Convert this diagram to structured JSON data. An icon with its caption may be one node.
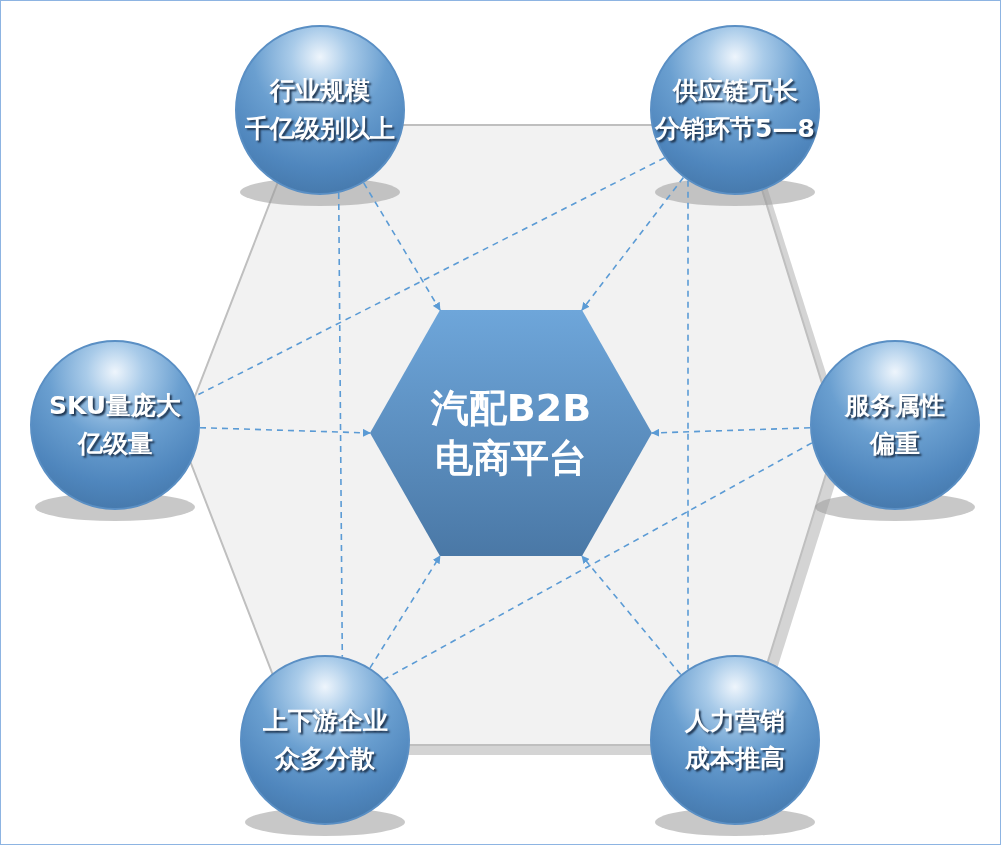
{
  "diagram": {
    "nodes": [
      {
        "text": [
          "行业规模",
          "千亿级别以上"
        ]
      },
      {
        "text": [
          "供应链冗长",
          "分销环节5—8"
        ]
      },
      {
        "text": [
          "SKU量庞大",
          "亿级量"
        ]
      },
      {
        "text": [
          "汽配B2B",
          "电商平台"
        ]
      },
      {
        "text": [
          "服务属性",
          "偏重"
        ]
      },
      {
        "text": [
          "上下游企业",
          "众多分散"
        ]
      },
      {
        "text": [
          "人力营销",
          "成本推高"
        ]
      }
    ],
    "edges": [
      {
        "from": 0,
        "to": 3,
        "arrow": "to"
      },
      {
        "from": 1,
        "to": 3,
        "arrow": "to"
      },
      {
        "from": 2,
        "to": 3,
        "arrow": "to"
      },
      {
        "from": 4,
        "to": 3,
        "arrow": "to"
      },
      {
        "from": 5,
        "to": 3,
        "arrow": "to"
      },
      {
        "from": 6,
        "to": 3,
        "arrow": "to"
      },
      {
        "from": 0,
        "to": 5,
        "arrow": "none"
      },
      {
        "from": 1,
        "to": 6,
        "arrow": "none"
      },
      {
        "from": 1,
        "to": 2,
        "arrow": "none"
      },
      {
        "from": 4,
        "to": 5,
        "arrow": "none"
      }
    ]
  }
}
